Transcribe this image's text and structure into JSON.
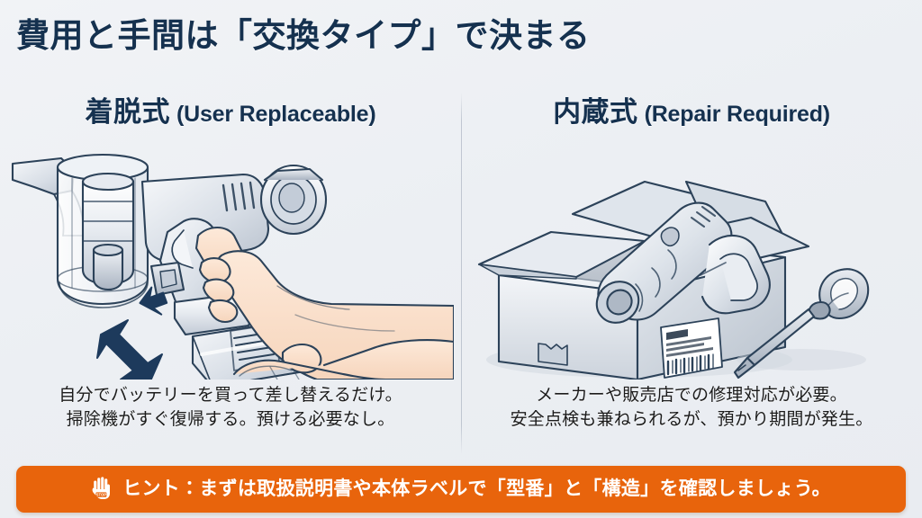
{
  "slide": {
    "title": "費用と手間は「交換タイプ」で決まる",
    "background_color": "#eef0f4",
    "title_color": "#15314f"
  },
  "columns": [
    {
      "id": "user-replaceable",
      "heading_jp": "着脱式",
      "heading_en": "(User Replaceable)",
      "illustration": "cordless-vacuum-with-detachable-battery-in-hands",
      "caption_lines": [
        "自分でバッテリーを買って差し替えるだけ。",
        "掃除機がすぐ復帰する。預ける必要なし。"
      ]
    },
    {
      "id": "repair-required",
      "heading_jp": "内蔵式",
      "heading_en": "(Repair Required)",
      "illustration": "vacuum-packed-in-shipping-box-with-screwdriver",
      "caption_lines": [
        "メーカーや販売店での修理対応が必要。",
        "安全点検も兼ねられるが、預かり期間が発生。"
      ]
    }
  ],
  "banner": {
    "icon": "raised-hand-stop-icon",
    "text": "ヒント：まずは取扱説明書や本体ラベルで「型番」と「構造」を確認しましょう。",
    "background_color": "#e8640c",
    "text_color": "#ffffff"
  }
}
